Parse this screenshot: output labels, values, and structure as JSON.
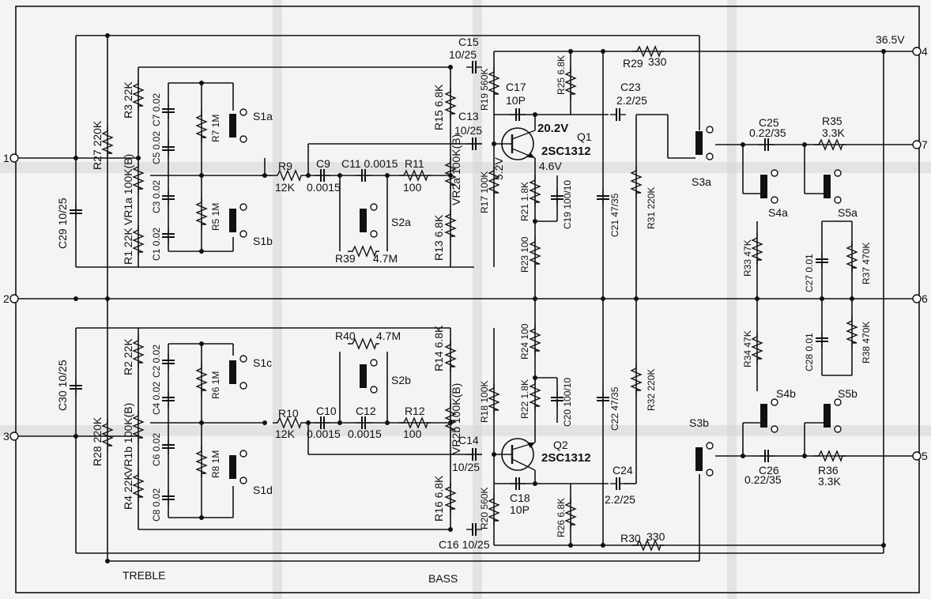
{
  "diagram": {
    "supply_voltage": "36.5V",
    "terminals": {
      "t1": "1",
      "t2": "2",
      "t3": "3",
      "t4": "4",
      "t5": "5",
      "t6": "6",
      "t7": "7"
    },
    "section_labels": {
      "treble": "TREBLE",
      "bass": "BASS"
    },
    "transistors": {
      "q1": {
        "ref": "Q1",
        "part": "2SC1312",
        "vc": "20.2V",
        "ve": "4.6V",
        "vb": "5.2V"
      },
      "q2": {
        "ref": "Q2",
        "part": "2SC1312"
      }
    },
    "components": {
      "r1": "R1 22K",
      "r2": "R2 22K",
      "r3": "R3 22K",
      "r4": "R4 22K",
      "r5": "R5 1M",
      "r6": "R6 1M",
      "r7": "R7 1M",
      "r8": "R8 1M",
      "r9": "R9",
      "r9v": "12K",
      "r10": "R10",
      "r10v": "12K",
      "r11": "R11",
      "r11v": "100",
      "r12": "R12",
      "r12v": "100",
      "r13": "R13 6.8K",
      "r14": "R14 6.8K",
      "r15": "R15 6.8K",
      "r16": "R16 6.8K",
      "r17": "R17 100K",
      "r18": "R18 100K",
      "r19": "R19 560K",
      "r20": "R20 560K",
      "r21": "R21 1.8K",
      "r22": "R22 1.8K",
      "r23": "R23 100",
      "r24": "R24 100",
      "r25": "R25 6.8K",
      "r26": "R26 6.8K",
      "r27": "R27 220K",
      "r28": "R28 220K",
      "r29": "R29",
      "r29v": "330",
      "r30": "R30",
      "r30v": "330",
      "r31": "R31 220K",
      "r32": "R32 220K",
      "r33": "R33 47K",
      "r34": "R34 47K",
      "r35": "R35",
      "r35v": "3.3K",
      "r36": "R36",
      "r36v": "3.3K",
      "r37": "R37 470K",
      "r38": "R38 470K",
      "r39": "R39",
      "r39v": "4.7M",
      "r40": "R40",
      "r40v": "4.7M",
      "vr1a": "VR1a 100K(B)",
      "vr1b": "VR1b 100K(B)",
      "vr2a": "VR2a 100K(B)",
      "vr2b": "VR2b 100K(B)",
      "c1": "C1 0.02",
      "c2": "C2 0.02",
      "c3": "C3 0.02",
      "c4": "C4 0.02",
      "c5": "C5 0.02",
      "c6": "C6 0.02",
      "c7": "C7 0.02",
      "c8": "C8 0.02",
      "c9": "C9",
      "c9v": "0.0015",
      "c10": "C10",
      "c10v": "0.0015",
      "c11": "C11 0.0015",
      "c12": "C12",
      "c12v": "0.0015",
      "c13": "C13",
      "c13v": "10/25",
      "c14": "C14",
      "c14v": "10/25",
      "c15": "C15",
      "c15v": "10/25",
      "c16": "C16 10/25",
      "c17": "C17",
      "c17v": "10P",
      "c18": "C18",
      "c18v": "10P",
      "c19": "C19 100/10",
      "c20": "C20 100/10",
      "c21": "C21 47/35",
      "c22": "C22 47/35",
      "c23": "C23",
      "c23v": "2.2/25",
      "c24": "C24",
      "c24v": "2.2/25",
      "c25": "C25",
      "c25v": "0.22/35",
      "c26": "C26",
      "c26v": "0.22/35",
      "c27": "C27 0.01",
      "c28": "C28 0.01",
      "c29": "C29 10/25",
      "c30": "C30 10/25"
    },
    "switches": {
      "s1a": "S1a",
      "s1b": "S1b",
      "s1c": "S1c",
      "s1d": "S1d",
      "s2a": "S2a",
      "s2b": "S2b",
      "s3a": "S3a",
      "s3b": "S3b",
      "s4a": "S4a",
      "s4b": "S4b",
      "s5a": "S5a",
      "s5b": "S5b"
    }
  }
}
